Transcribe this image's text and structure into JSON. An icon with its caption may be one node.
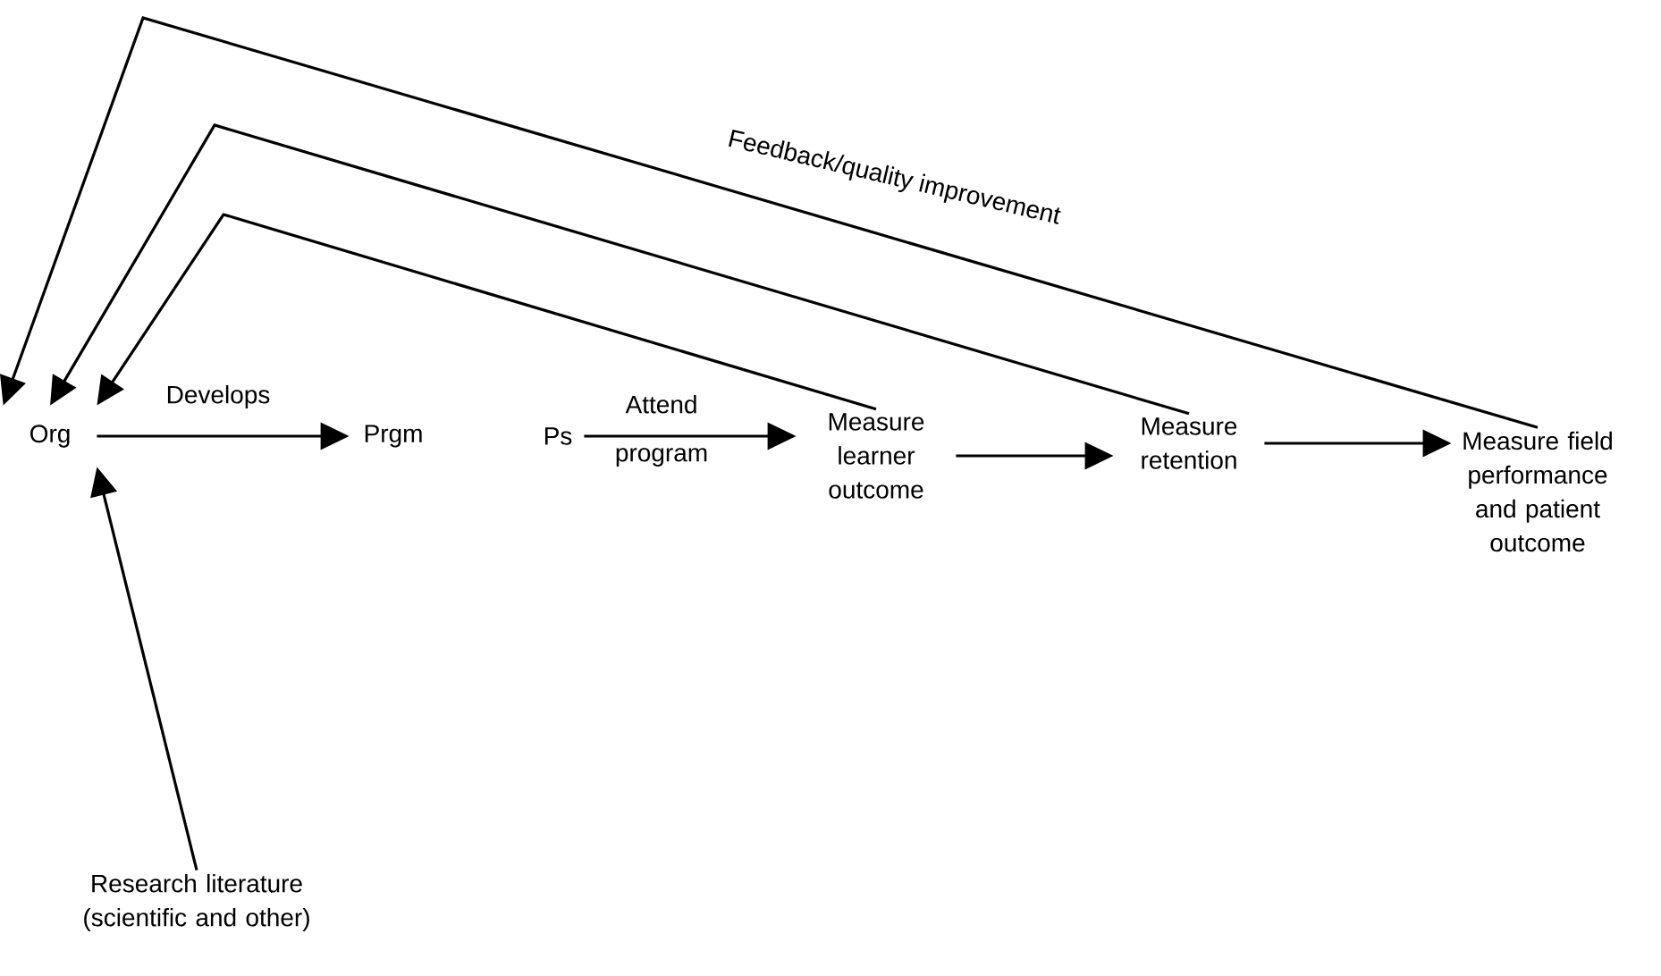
{
  "diagram": {
    "nodes": [
      {
        "text": [
          "Org"
        ]
      },
      {
        "text": [
          "Prgm"
        ]
      },
      {
        "text": [
          "Ps"
        ]
      },
      {
        "text": [
          "Measure learner outcome"
        ]
      },
      {
        "text": [
          "Measure retention"
        ]
      },
      {
        "text": [
          "Measure field performance and patient outcome"
        ]
      },
      {
        "text": [
          "Research literature (scientific and other)"
        ]
      }
    ],
    "edges": [
      {
        "from": 0,
        "to": 1,
        "arrow": "to",
        "label": "Develops"
      },
      {
        "from": 2,
        "to": 3,
        "arrow": "to",
        "label": "Attend program"
      },
      {
        "from": 3,
        "to": 4,
        "arrow": "to"
      },
      {
        "from": 4,
        "to": 5,
        "arrow": "to"
      },
      {
        "from": 6,
        "to": 0,
        "arrow": "to"
      },
      {
        "from": 3,
        "to": 0,
        "arrow": "to"
      },
      {
        "from": 4,
        "to": 0,
        "arrow": "to"
      },
      {
        "from": 5,
        "to": 0,
        "arrow": "to",
        "label": "Feedback/quality improvement"
      }
    ]
  }
}
